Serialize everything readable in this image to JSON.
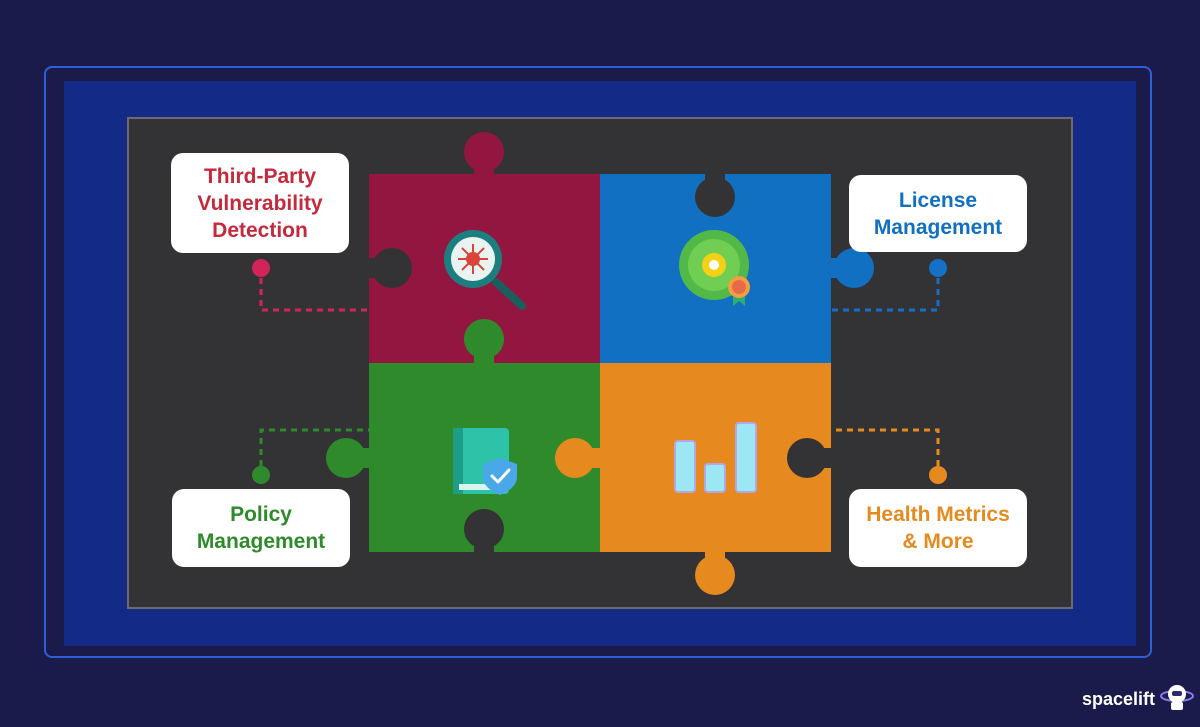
{
  "cards": {
    "top_left": "Third-Party Vulnerability Detection",
    "top_right": "License Management",
    "bottom_left": "Policy Management",
    "bottom_right": "Health Metrics & More"
  },
  "brand": {
    "name": "spacelift",
    "icon": "astronaut-planet-icon"
  },
  "icons": {
    "top_left": "virus-magnifier-icon",
    "top_right": "license-disc-badge-icon",
    "bottom_left": "policy-book-shield-icon",
    "bottom_right": "bar-chart-icon"
  },
  "colors": {
    "background": "#1a1a4b",
    "frame": "#132b86",
    "board": "#333335",
    "piece_top_left": "#931640",
    "piece_top_right": "#1170c2",
    "piece_bottom_left": "#2f8a2b",
    "piece_bottom_right": "#e6891f"
  }
}
